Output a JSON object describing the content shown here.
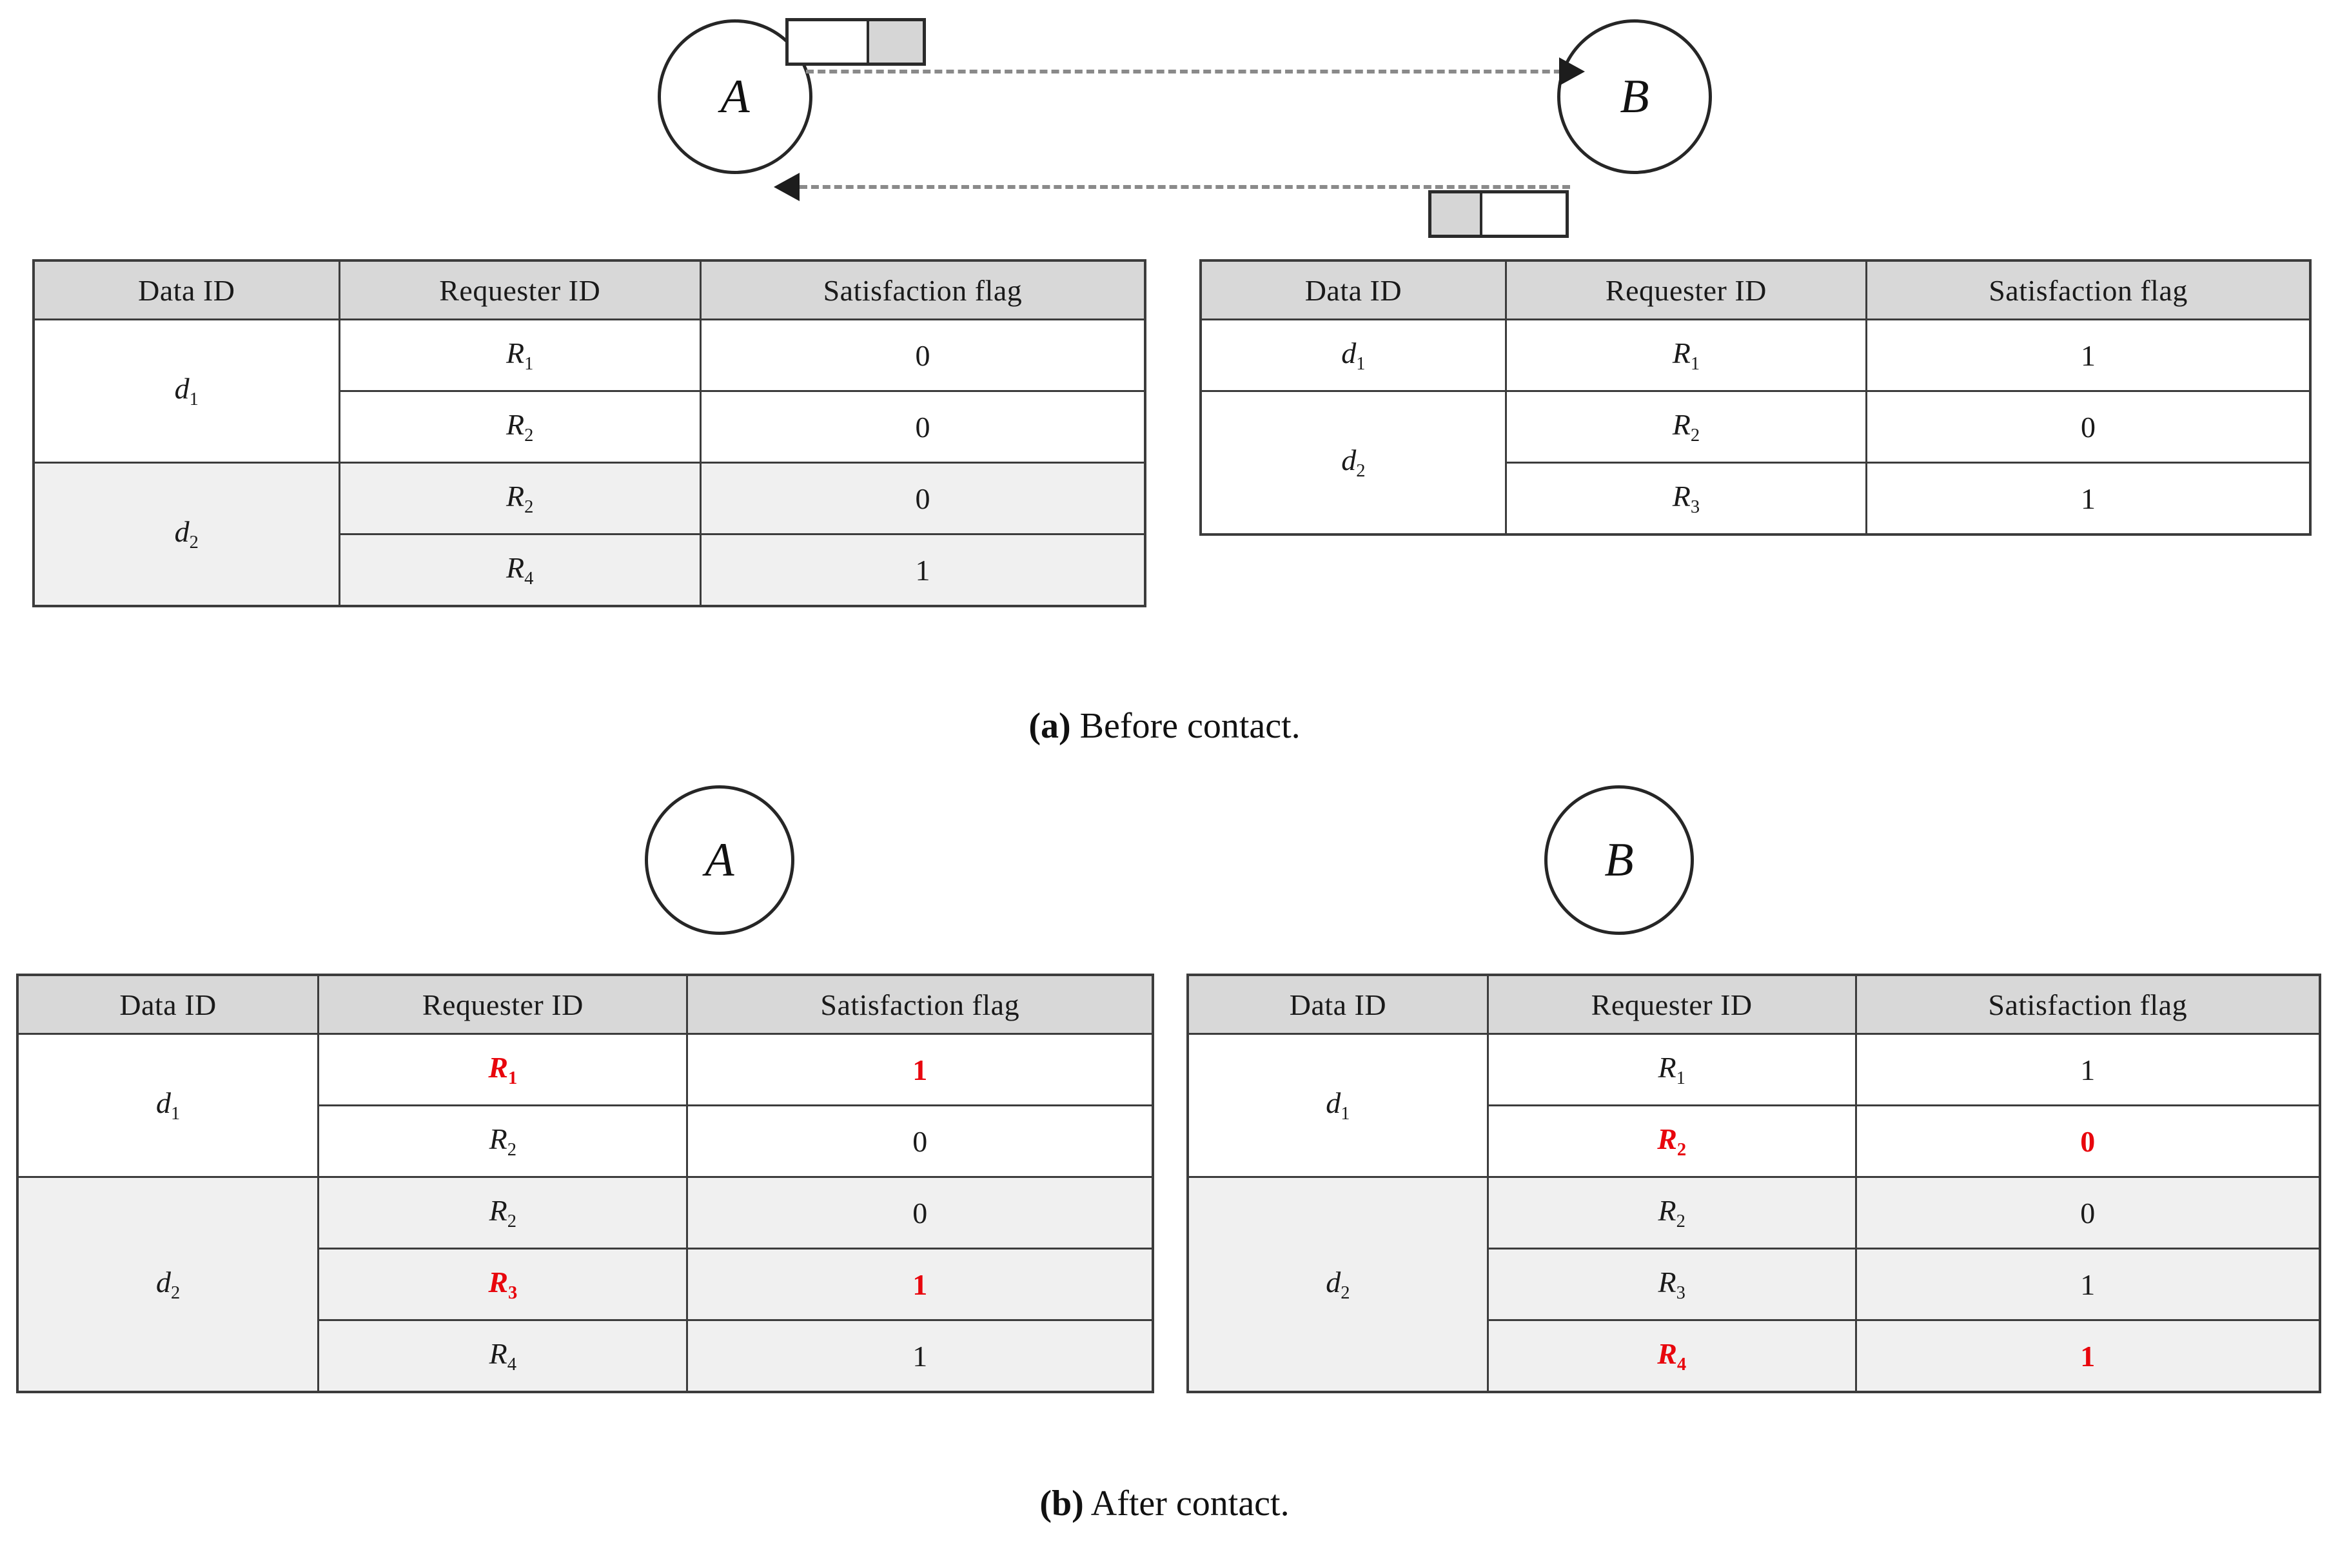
{
  "figure": {
    "panels": [
      {
        "id": "a",
        "caption_label": "(a)",
        "caption_text": " Before contact.",
        "nodes": [
          {
            "name": "A"
          },
          {
            "name": "B"
          }
        ],
        "packets": [
          {
            "id": "packet-a-to-b",
            "left_fill": "white",
            "right_fill": "gray"
          },
          {
            "id": "packet-b-to-a",
            "left_fill": "gray",
            "right_fill": "white"
          }
        ],
        "arrows": [
          {
            "id": "arrow-a-to-b",
            "direction": "right"
          },
          {
            "id": "arrow-b-to-a",
            "direction": "left"
          }
        ],
        "tables": [
          {
            "id": "table-a-before",
            "owner": "A",
            "headers": [
              "Data ID",
              "Requester ID",
              "Satisfaction flag"
            ],
            "groups": [
              {
                "data_id": "d",
                "data_id_sub": "1",
                "shaded": false,
                "rows": [
                  {
                    "requester": "R",
                    "requester_sub": "1",
                    "flag": "0",
                    "highlight": false
                  },
                  {
                    "requester": "R",
                    "requester_sub": "2",
                    "flag": "0",
                    "highlight": false
                  }
                ]
              },
              {
                "data_id": "d",
                "data_id_sub": "2",
                "shaded": true,
                "rows": [
                  {
                    "requester": "R",
                    "requester_sub": "2",
                    "flag": "0",
                    "highlight": false
                  },
                  {
                    "requester": "R",
                    "requester_sub": "4",
                    "flag": "1",
                    "highlight": false
                  }
                ]
              }
            ]
          },
          {
            "id": "table-b-before",
            "owner": "B",
            "headers": [
              "Data ID",
              "Requester ID",
              "Satisfaction flag"
            ],
            "groups": [
              {
                "data_id": "d",
                "data_id_sub": "1",
                "shaded": false,
                "rows": [
                  {
                    "requester": "R",
                    "requester_sub": "1",
                    "flag": "1",
                    "highlight": false
                  }
                ]
              },
              {
                "data_id": "d",
                "data_id_sub": "2",
                "shaded": false,
                "rows": [
                  {
                    "requester": "R",
                    "requester_sub": "2",
                    "flag": "0",
                    "highlight": false
                  },
                  {
                    "requester": "R",
                    "requester_sub": "3",
                    "flag": "1",
                    "highlight": false
                  }
                ]
              }
            ]
          }
        ]
      },
      {
        "id": "b",
        "caption_label": "(b)",
        "caption_text": " After contact.",
        "nodes": [
          {
            "name": "A"
          },
          {
            "name": "B"
          }
        ],
        "packets": [],
        "arrows": [],
        "tables": [
          {
            "id": "table-a-after",
            "owner": "A",
            "headers": [
              "Data ID",
              "Requester ID",
              "Satisfaction flag"
            ],
            "groups": [
              {
                "data_id": "d",
                "data_id_sub": "1",
                "shaded": false,
                "rows": [
                  {
                    "requester": "R",
                    "requester_sub": "1",
                    "flag": "1",
                    "highlight": true
                  },
                  {
                    "requester": "R",
                    "requester_sub": "2",
                    "flag": "0",
                    "highlight": false
                  }
                ]
              },
              {
                "data_id": "d",
                "data_id_sub": "2",
                "shaded": true,
                "rows": [
                  {
                    "requester": "R",
                    "requester_sub": "2",
                    "flag": "0",
                    "highlight": false
                  },
                  {
                    "requester": "R",
                    "requester_sub": "3",
                    "flag": "1",
                    "highlight": true
                  },
                  {
                    "requester": "R",
                    "requester_sub": "4",
                    "flag": "1",
                    "highlight": false
                  }
                ]
              }
            ]
          },
          {
            "id": "table-b-after",
            "owner": "B",
            "headers": [
              "Data ID",
              "Requester ID",
              "Satisfaction flag"
            ],
            "groups": [
              {
                "data_id": "d",
                "data_id_sub": "1",
                "shaded": false,
                "rows": [
                  {
                    "requester": "R",
                    "requester_sub": "1",
                    "flag": "1",
                    "highlight": false
                  },
                  {
                    "requester": "R",
                    "requester_sub": "2",
                    "flag": "0",
                    "highlight": true
                  }
                ]
              },
              {
                "data_id": "d",
                "data_id_sub": "2",
                "shaded": true,
                "rows": [
                  {
                    "requester": "R",
                    "requester_sub": "2",
                    "flag": "0",
                    "highlight": false
                  },
                  {
                    "requester": "R",
                    "requester_sub": "3",
                    "flag": "1",
                    "highlight": false
                  },
                  {
                    "requester": "R",
                    "requester_sub": "4",
                    "flag": "1",
                    "highlight": true
                  }
                ]
              }
            ]
          }
        ]
      }
    ],
    "colors": {
      "highlight": "#e8060d",
      "header_bg": "#d8d8d8",
      "group_shade_bg": "#f0f0f0",
      "packet_gray": "#d6d6d6",
      "border": "#3c3c3c",
      "arrow_dash": "#8a8a8a"
    }
  }
}
